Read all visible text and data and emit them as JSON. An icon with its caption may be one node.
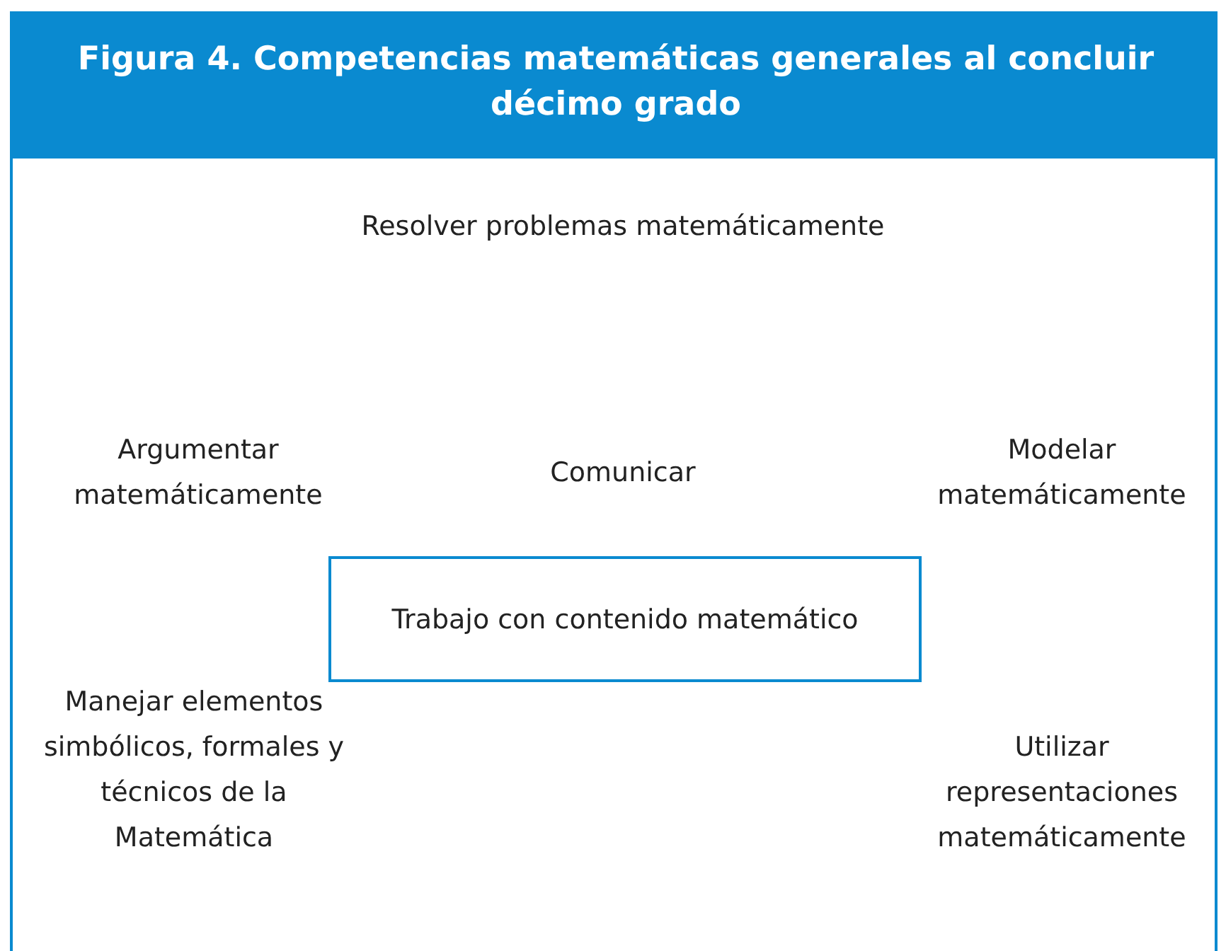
{
  "diagram": {
    "title": "Figura 4. Competencias matemáticas generales al concluir décimo grado",
    "nodes": [
      {
        "text": [
          "Trabajo con contenido matemático"
        ]
      }
    ],
    "labels": [
      "Resolver problemas matemáticamente",
      "Argumentar matemáticamente",
      "Comunicar",
      "Modelar matemáticamente",
      "Manejar elementos simbólicos, formales y técnicos de la Matemática",
      "Utilizar representaciones matemáticamente"
    ]
  }
}
